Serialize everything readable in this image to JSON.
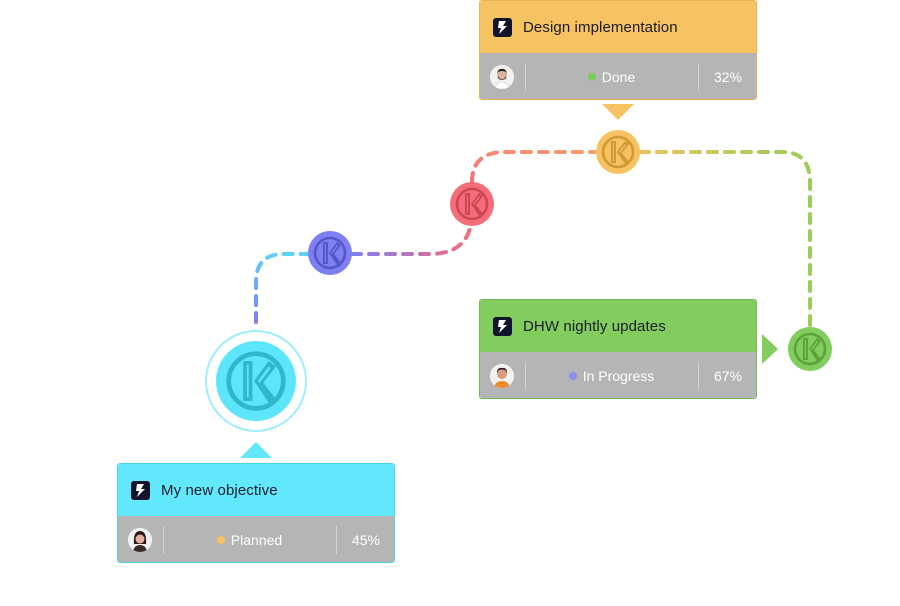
{
  "cards": [
    {
      "title": "Design implementation",
      "status": "Done",
      "status_color": "#7ccb5a",
      "percent": "32%",
      "header_color": "#f6c262",
      "avatar": "avatar-bearded-man"
    },
    {
      "title": "DHW nightly updates",
      "status": "In Progress",
      "status_color": "#8b8cf5",
      "percent": "67%",
      "header_color": "#82cd5e",
      "avatar": "avatar-man-orange-shirt"
    },
    {
      "title": "My new objective",
      "status": "Planned",
      "status_color": "#f6c262",
      "percent": "45%",
      "header_color": "#62e8fd",
      "avatar": "avatar-woman"
    }
  ],
  "nodes": [
    {
      "name": "cyan-node",
      "color": "#5de5fb",
      "glyph": "#2fb7cc"
    },
    {
      "name": "purple-node",
      "color": "#7d7ff3",
      "glyph": "#5557c8"
    },
    {
      "name": "red-node",
      "color": "#f56d7b",
      "glyph": "#cc4654"
    },
    {
      "name": "yellow-node",
      "color": "#f6c262",
      "glyph": "#cf9a34"
    },
    {
      "name": "green-node",
      "color": "#82cd5e",
      "glyph": "#5ca43a"
    }
  ],
  "icons": {
    "card_type": "bolt-icon",
    "node_logo": "k-logo-icon"
  }
}
